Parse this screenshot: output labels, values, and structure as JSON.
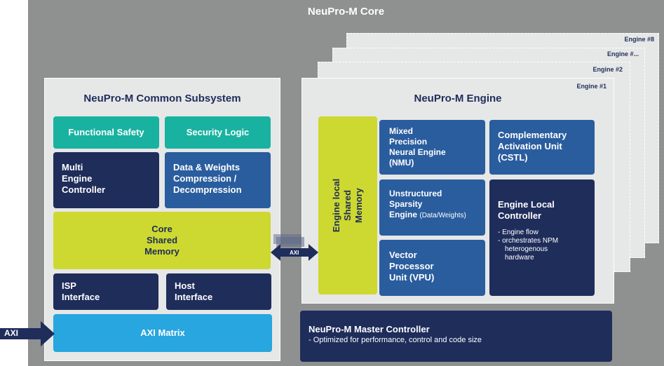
{
  "core_title": "NeuPro-M Core",
  "engines": {
    "engine8": "Engine #8",
    "engine_n": "Engine #...",
    "engine2": "Engine #2",
    "engine1": "Engine #1"
  },
  "common": {
    "title": "NeuPro-M Common Subsystem",
    "functional_safety": "Functional Safety",
    "security_logic": "Security Logic",
    "multi_engine": [
      "Multi",
      "Engine",
      "Controller"
    ],
    "data_weights": [
      "Data & Weights",
      "Compression /",
      "Decompression"
    ],
    "core_shared_memory": [
      "Core",
      "Shared",
      "Memory"
    ],
    "isp_interface": [
      "ISP",
      "Interface"
    ],
    "host_interface": [
      "Host",
      "Interface"
    ],
    "axi_matrix": "AXI Matrix"
  },
  "engine": {
    "title": "NeuPro-M Engine",
    "local_shared_memory": [
      "Engine local",
      "Shared",
      "Memory"
    ],
    "nmu": [
      "Mixed",
      "Precision",
      "Neural Engine",
      "(NMU)"
    ],
    "cstl": [
      "Complementary",
      "Activation Unit",
      "(CSTL)"
    ],
    "sparsity": [
      "Unstructured",
      "Sparsity",
      "Engine",
      "(Data/Weights)"
    ],
    "local_controller": {
      "title": [
        "Engine Local",
        "Controller"
      ],
      "bullets": [
        "- Engine flow",
        "- orchestrates NPM",
        "heterogenous",
        "hardware"
      ]
    },
    "vpu": [
      "Vector",
      "Processor",
      "Unit (VPU)"
    ]
  },
  "master": {
    "title": "NeuPro-M Master Controller",
    "desc": "- Optimized for performance, control and code size"
  },
  "axi_in_label": "AXI",
  "axi_link_label": "AXI",
  "colors": {
    "core_bg": "#8e9190",
    "panel_bg": "#e6e7e7",
    "navy": "#1f2d5b",
    "blue": "#2a5d9e",
    "teal": "#19b2a1",
    "lime": "#cdd930",
    "sky": "#27a6df"
  }
}
